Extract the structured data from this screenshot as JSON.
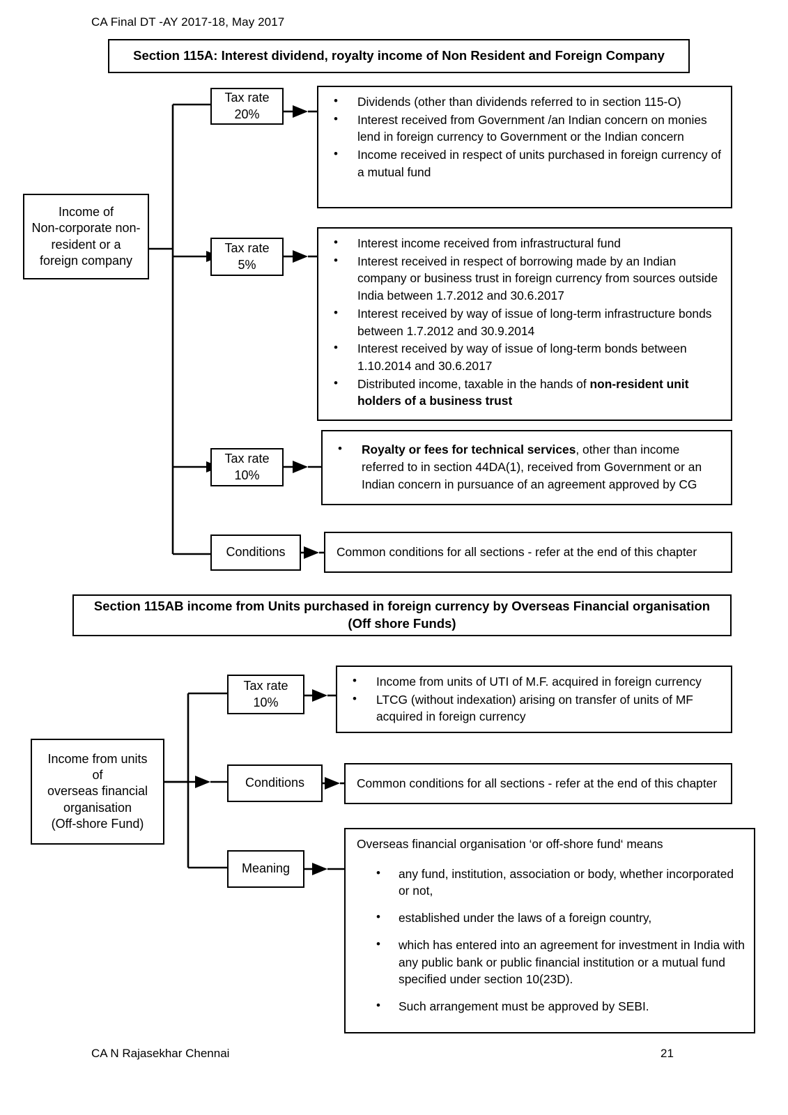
{
  "header": {
    "course_note": "CA Final DT -AY 2017-18, May 2017"
  },
  "footer": {
    "author": "CA N Rajasekhar Chennai",
    "page_number": "21"
  },
  "section_115a": {
    "banner": "Section 115A:  Interest  dividend, royalty income of Non Resident and Foreign Company",
    "source_node": {
      "line1": "Income of",
      "line2": "Non-corporate non-",
      "line3": "resident or a",
      "line4": "foreign company"
    },
    "branches": [
      {
        "label_line1": "Tax rate",
        "label_line2": "20%",
        "items": [
          "Dividends (other than dividends referred to in section 115-O)",
          "Interest received from Government /an Indian concern on monies lend in  foreign currency to  Government or the Indian concern",
          "Income received in respect of units purchased in foreign currency of a mutual fund"
        ]
      },
      {
        "label_line1": "Tax rate",
        "label_line2": "5%",
        "items": [
          "Interest income received from infrastructural fund",
          "Interest received in respect of borrowing made by an Indian company or business trust in foreign currency from sources outside India between 1.7.2012 and 30.6.2017",
          "Interest received by way of issue of long-term  infrastructure bonds between 1.7.2012 and 30.9.2014",
          "Interest received by way of issue of long-term bonds between 1.10.2014 and 30.6.2017"
        ],
        "item_last_prefix": "Distributed income, taxable in the hands of ",
        "item_last_bold": "non-resident unit holders of a business trust"
      },
      {
        "label_line1": "Tax rate",
        "label_line2": "10%",
        "item_bold": "Royalty or fees for technical services",
        "item_rest": ", other than income referred to in section 44DA(1), received from Government or an Indian concern in pursuance of an agreement  approved by CG"
      },
      {
        "label_line1": "Conditions",
        "label_line2": "",
        "text": "Common conditions for all sections - refer at the end of this chapter"
      }
    ]
  },
  "section_115ab": {
    "banner_line1": "Section 115AB  income from Units purchased in foreign currency by  Overseas Financial organisation",
    "banner_line2": "(Off shore Funds)",
    "source_node": {
      "line1": "Income from units",
      "line2": "of",
      "line3": "overseas financial",
      "line4": "organisation",
      "line5": "(Off-shore Fund)"
    },
    "branches": [
      {
        "label_line1": "Tax rate",
        "label_line2": "10%",
        "items": [
          "Income from units of UTI of M.F. acquired in foreign currency",
          " LTCG (without indexation) arising on transfer of units of MF acquired in foreign currency"
        ]
      },
      {
        "label_line1": "Conditions",
        "label_line2": "",
        "text": "Common conditions for all sections - refer at the end of this chapter"
      },
      {
        "label_line1": "Meaning",
        "label_line2": "",
        "intro": "Overseas financial organisation ‘or off-shore fund‘ means",
        "items": [
          "any fund, institution, association or body, whether incorporated or not,",
          "established under the laws of a foreign country,",
          "which has entered into an agreement for investment in India with any public bank or public financial institution or a mutual fund specified under section 10(23D).",
          "Such arrangement must be approved by SEBI."
        ]
      }
    ]
  },
  "colors": {
    "line": "#000000",
    "background": "#ffffff",
    "text": "#000000"
  }
}
